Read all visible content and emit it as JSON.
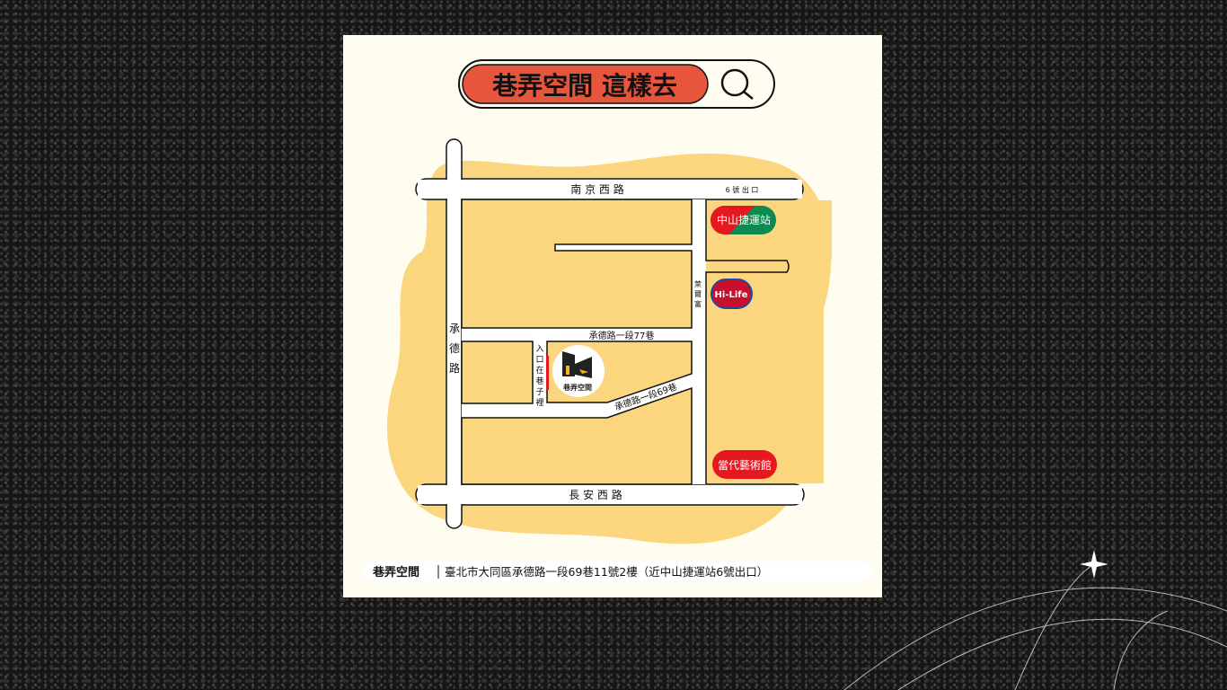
{
  "title": {
    "text": "巷弄空間 這樣去",
    "icon": "search-icon"
  },
  "roads": {
    "nanjing": "南 京 西 路",
    "exit": "6 號 出 口",
    "chengde": [
      "承",
      "德",
      "路"
    ],
    "changan": "長 安 西 路",
    "lane77": "承德路一段77巷",
    "lane69": "承德路一段69巷",
    "entrance": [
      "入",
      "口",
      "在",
      "巷",
      "子",
      "裡"
    ],
    "hilife_label": [
      "萊",
      "爾",
      "富"
    ]
  },
  "landmarks": {
    "mrt": "中山捷運站",
    "hilife": "Hi-Life",
    "moca": "當代藝術館",
    "venue": "巷弄空間"
  },
  "footer": {
    "name": "巷弄空間",
    "address": "臺北市大同區承德路一段69巷11號2樓（近中山捷運站6號出口）"
  },
  "colors": {
    "accent": "#e8553d",
    "block": "#fcd67f",
    "red": "#e5171f",
    "green": "#0d8a4f"
  }
}
